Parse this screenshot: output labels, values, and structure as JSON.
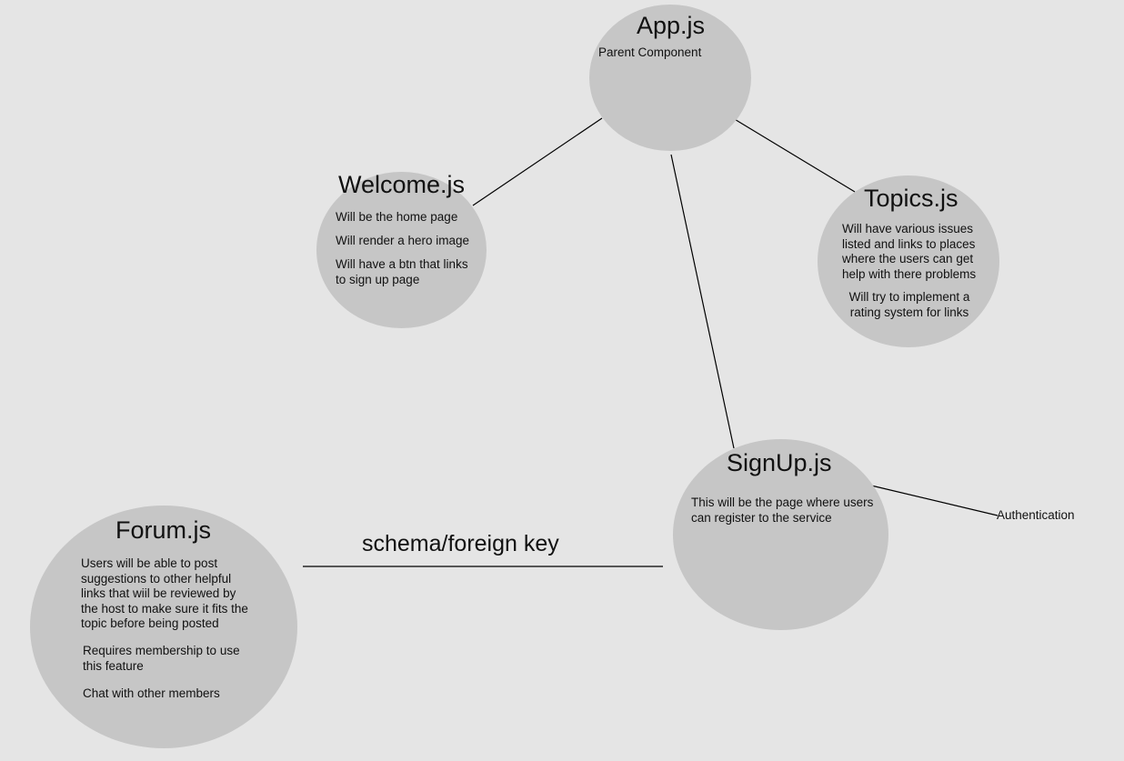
{
  "nodes": {
    "app": {
      "title": "App.js",
      "notes": [
        "Parent Component"
      ]
    },
    "welcome": {
      "title": "Welcome.js",
      "notes": [
        "Will be the home page",
        "Will render a hero image",
        "Will have a btn that links to sign up page"
      ]
    },
    "topics": {
      "title": "Topics.js",
      "notes": [
        "Will have various issues listed and links to places where the users can get help with there problems",
        "Will try to implement a rating system for links"
      ]
    },
    "signup": {
      "title": "SignUp.js",
      "notes": [
        "This will be the page where users can register to the service"
      ]
    },
    "forum": {
      "title": "Forum.js",
      "notes": [
        "Users will be able to post suggestions to other helpful links that wiil be reviewed by the host to make sure it fits the topic before being posted",
        "Requires membership to use this feature",
        "Chat with other members"
      ]
    }
  },
  "edge_labels": {
    "forum_signup": "schema/foreign key",
    "signup_auth": "Authentication"
  },
  "colors": {
    "background": "#e5e5e5",
    "node_fill": "#c6c6c6",
    "line": "#000000",
    "text": "#111111"
  }
}
